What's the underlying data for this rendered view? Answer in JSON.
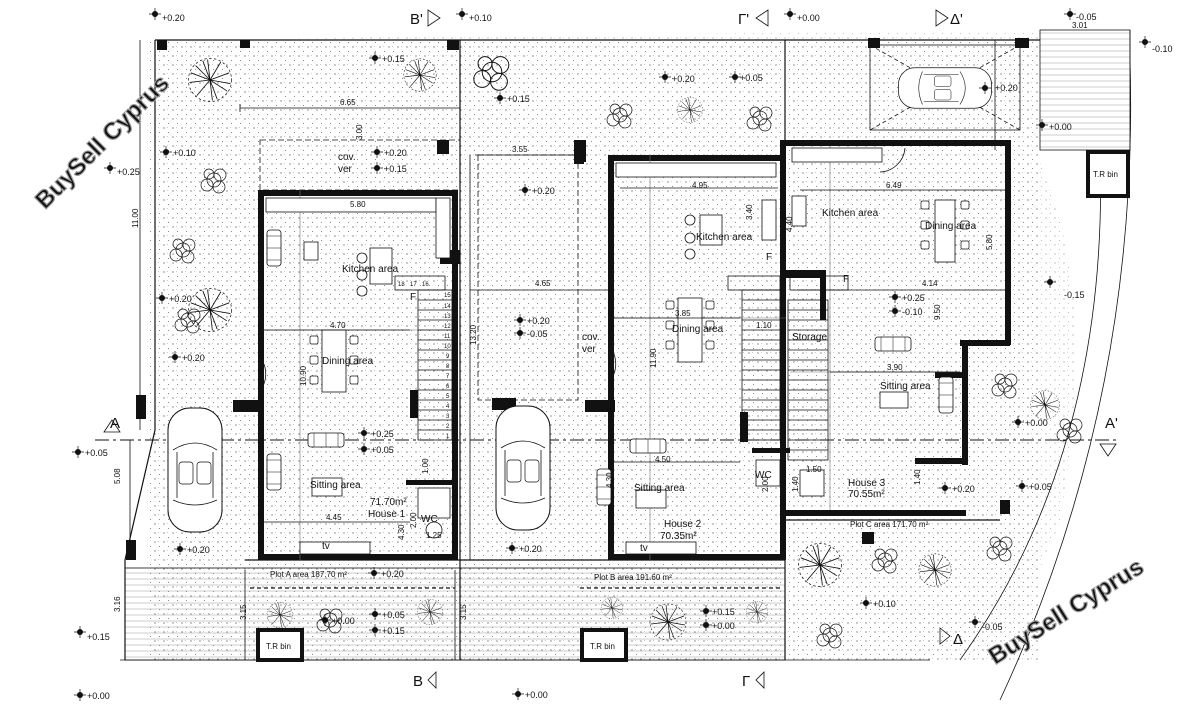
{
  "watermark": "BuySell Cyprus",
  "levels": [
    "+0.20",
    "+0.10",
    "+0.00",
    "-0.05",
    "-0.10",
    "+0.15",
    "+0.25",
    "+0.05",
    "-0.15",
    "+0.00",
    "+0.20",
    "+0.20",
    "+0.20",
    "+0.15",
    "+0.15",
    "+0.10",
    "+0.20",
    "+0.20",
    "+0.20",
    "+0.25",
    "+0.05",
    "+0.20",
    "+0.20",
    "+0.05",
    "+0.15",
    "+0.00",
    "+0.05",
    "+0.00",
    "+0.20",
    "+0.10",
    "-0.05",
    "+0.00",
    "+0.15",
    "+0.00",
    "+0.20",
    "-0.05",
    "+0.25",
    "-0.10",
    "+0.20",
    "+0.15",
    "+0.00",
    "+0.05"
  ],
  "sections": {
    "b_top": "B'",
    "g_top": "Γ'",
    "d_top": "Δ'",
    "a_left": "A",
    "a_right": "A'",
    "d_bottom": "Δ",
    "b_bottom": "B",
    "g_bottom": "Γ"
  },
  "dims": [
    "6.65",
    "3.00",
    "3.55",
    "4.95",
    "6.49",
    "11.00",
    "5.80",
    "3.40",
    "4.40",
    "5.80",
    "4.65",
    "4.14",
    "4.70",
    "13.20",
    "3.85",
    "1.10",
    "9.50",
    "10.90",
    "11.90",
    "3.90",
    "4.50",
    "4.45",
    "1.50",
    "5.08",
    "3.16",
    "3.15",
    "3.15",
    "3.01",
    "2.00",
    "2.00",
    "1.25",
    "1.40",
    "1.40",
    "4.30",
    "4.30",
    "1.00"
  ],
  "rooms": {
    "kitchen1": "Kitchen area",
    "dining1": "Dining area",
    "sitting1": "Sitting area",
    "kitchen2": "Kitchen area",
    "dining2": "Dining area",
    "sitting2": "Sitting area",
    "kitchen3": "Kitchen area",
    "dining3": "Dining area",
    "sitting3": "Sitting area",
    "storage": "Storage",
    "wc1": "WC",
    "wc2": "WC",
    "tv1": "tv",
    "tv2": "tv",
    "cov1": "cov.",
    "ver1": "ver",
    "cov2": "cov.",
    "ver2": "ver",
    "trbin1": "T.R bin",
    "trbin2": "T.R bin",
    "trbin3": "T.R bin",
    "f1": "F",
    "f2": "F",
    "f3": "F"
  },
  "houses": {
    "h1_area": "71.70m²",
    "h1_name": "House 1",
    "h2_name": "House 2",
    "h2_area": "70.35m²",
    "h3_name": "House 3",
    "h3_area": "70.55m²"
  },
  "plots": {
    "a": "Plot A area 187.70 m²",
    "b": "Plot B area 191.60 m²",
    "c": "Plot C area 171.70 m²"
  },
  "stairs": [
    "15",
    "14",
    "13",
    "12",
    "11",
    "10",
    "9",
    "8",
    "7",
    "6",
    "5",
    "4",
    "3",
    "2",
    "1",
    "18",
    "17",
    "16"
  ]
}
